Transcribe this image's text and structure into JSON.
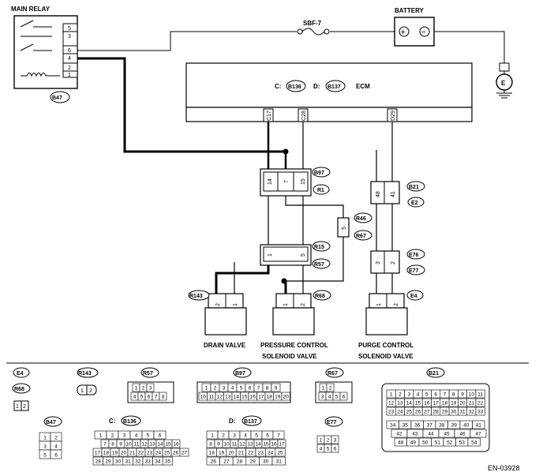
{
  "main_relay": {
    "title": "MAIN RELAY",
    "pins": [
      "5",
      "3",
      "6",
      "4",
      "2",
      "1"
    ],
    "connector": "B47"
  },
  "fuse": {
    "label": "SBF-7"
  },
  "battery": {
    "label": "BATTERY",
    "plus": "+",
    "minus": "−"
  },
  "ground": {
    "label": "E"
  },
  "ecm": {
    "c_prefix": "C:",
    "c_conn": "B136",
    "d_prefix": "D:",
    "d_conn": "B137",
    "label": "ECM",
    "pins": [
      "C17",
      "C28",
      "D29"
    ]
  },
  "connectors": {
    "b97": "B97",
    "r1": "R1",
    "b97_pins": [
      "14",
      "7",
      "15"
    ],
    "r46": "R46",
    "r67": "R67",
    "r46_pin": "5",
    "r15": "R15",
    "r57": "R57",
    "r15_pins": [
      "1",
      "5"
    ],
    "b21": "B21",
    "e2": "E2",
    "b21_pins": [
      "48",
      "41"
    ],
    "e76": "E76",
    "e77": "E77",
    "e76_pins": [
      "3",
      "2"
    ],
    "r143": "R143",
    "r68": "R68",
    "e4": "E4"
  },
  "valves": {
    "drain": {
      "label": "DRAIN VALVE",
      "pins": [
        "2",
        "1"
      ]
    },
    "pressure": {
      "label1": "PRESSURE CONTROL",
      "label2": "SOLENOID VALVE",
      "pins": [
        "1",
        "2"
      ]
    },
    "purge": {
      "label1": "PURGE CONTROL",
      "label2": "SOLENOID VALVE",
      "pins": [
        "1",
        "2"
      ]
    }
  },
  "legend": {
    "e4": "E4",
    "r68": "R68",
    "r68_pins": [
      "1",
      "2"
    ],
    "r143": "R143",
    "r143_pins": [
      "1",
      "2"
    ],
    "r57": "R57",
    "r57_row1": [
      "1",
      "2",
      "3"
    ],
    "r57_row2": [
      "4",
      "5",
      "6",
      "7",
      "8"
    ],
    "b97": "B97",
    "b97_row1": [
      "1",
      "2",
      "3",
      "4",
      "5",
      "6",
      "7",
      "8",
      "9"
    ],
    "b97_row2": [
      "10",
      "11",
      "12",
      "13",
      "14",
      "15",
      "16",
      "17",
      "18",
      "19",
      "20"
    ],
    "r67": "R67",
    "r67_row1": [
      "1",
      "2"
    ],
    "r67_row2": [
      "3",
      "4",
      "5",
      "6"
    ],
    "b21": "B21",
    "b21_row1": [
      "1",
      "2",
      "3",
      "4",
      "5",
      "6",
      "7",
      "8",
      "9",
      "10",
      "11"
    ],
    "b21_row2": [
      "12",
      "13",
      "14",
      "15",
      "16",
      "17",
      "18",
      "19",
      "20",
      "21",
      "22"
    ],
    "b21_row3": [
      "23",
      "24",
      "25",
      "26",
      "27",
      "28",
      "29",
      "30",
      "31",
      "32",
      "33"
    ],
    "b21_row4": [
      "34",
      "35",
      "36",
      "37",
      "38",
      "39",
      "40",
      "41"
    ],
    "b21_row5": [
      "42",
      "43",
      "44",
      "45",
      "46",
      "47"
    ],
    "b21_row6": [
      "48",
      "49",
      "50",
      "51",
      "52",
      "53",
      "54"
    ],
    "b47": "B47",
    "b47_pins": [
      "1",
      "2",
      "3",
      "4",
      "5",
      "6"
    ],
    "c_prefix": "C:",
    "b136": "B136",
    "b136_row1": [
      "1",
      "2",
      "3",
      "4",
      "5",
      "6"
    ],
    "b136_row2": [
      "7",
      "8",
      "9",
      "10",
      "11",
      "12",
      "13",
      "14",
      "15",
      "16"
    ],
    "b136_row3": [
      "17",
      "18",
      "19",
      "20",
      "21",
      "22",
      "23",
      "24",
      "25",
      "26",
      "27"
    ],
    "b136_row4": [
      "28",
      "29",
      "30",
      "31",
      "32",
      "33",
      "34",
      "35"
    ],
    "d_prefix": "D:",
    "b137": "B137",
    "b137_row1": [
      "1",
      "2",
      "3",
      "4",
      "5",
      "6",
      "7"
    ],
    "b137_row2": [
      "8",
      "9",
      "10",
      "11",
      "12",
      "13",
      "14",
      "15",
      "16",
      "17"
    ],
    "b137_row3": [
      "18",
      "19",
      "20",
      "21",
      "22",
      "23",
      "24",
      "25"
    ],
    "b137_row4": [
      "26",
      "27",
      "28",
      "29",
      "30",
      "31"
    ],
    "e77": "E77",
    "e77_pins": [
      "1",
      "2",
      "3",
      "4",
      "5",
      "6"
    ]
  },
  "doc_id": "EN-03928"
}
